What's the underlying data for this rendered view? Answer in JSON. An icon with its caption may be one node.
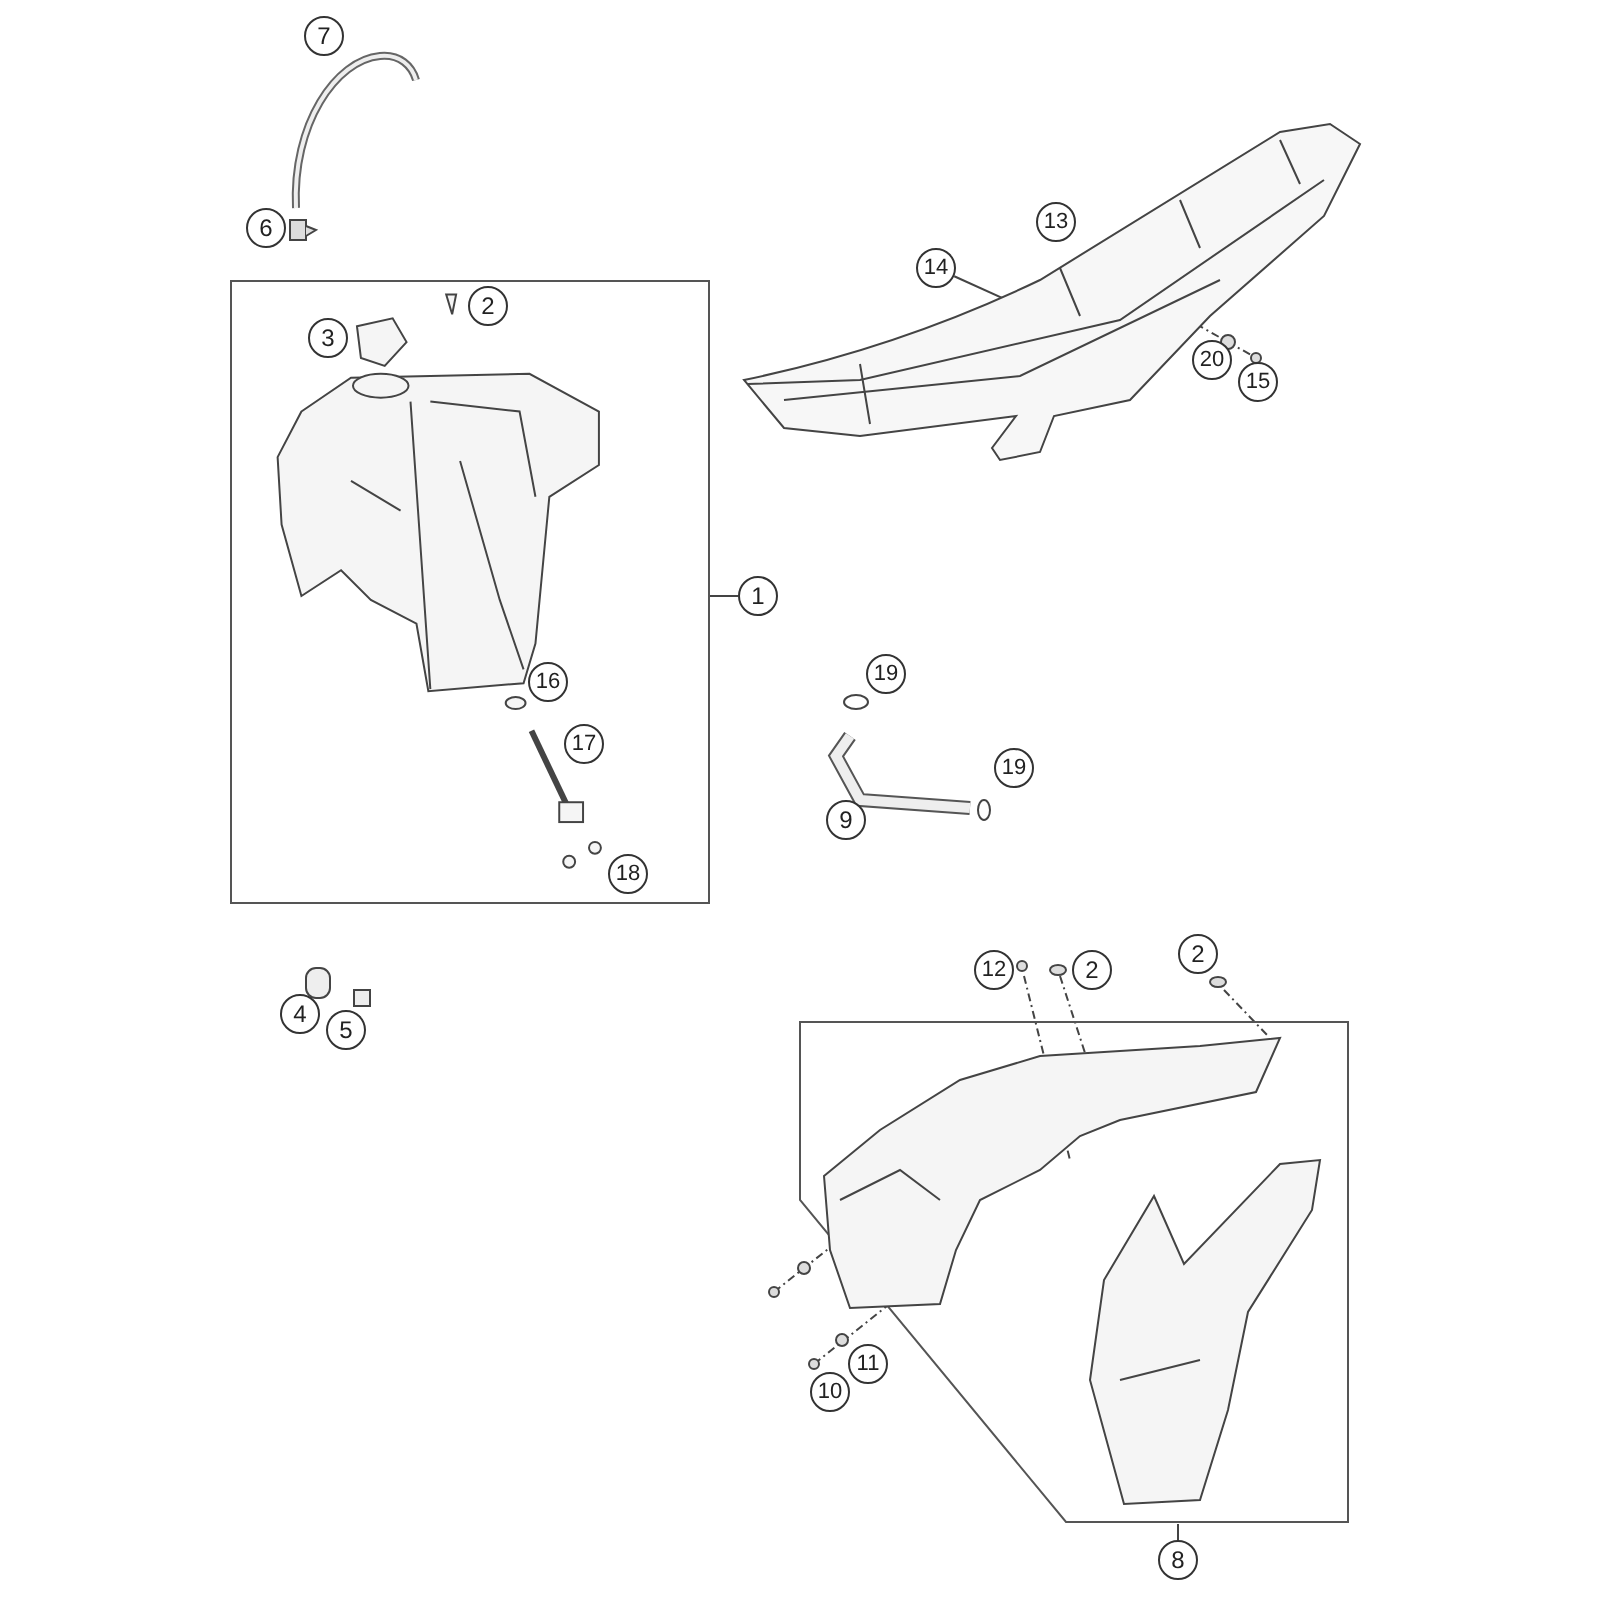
{
  "diagram": {
    "nodes": [
      {
        "text": [
          "7"
        ]
      },
      {
        "text": [],
        "shape": "picture"
      },
      {
        "text": [
          "13"
        ]
      },
      {
        "text": [
          "6"
        ]
      },
      {
        "text": [
          "14"
        ]
      },
      {
        "text": [],
        "shape": "box"
      },
      {
        "text": [
          "2"
        ],
        "in": 5
      },
      {
        "text": [
          "3"
        ],
        "in": 5
      },
      {
        "text": [
          "20"
        ]
      },
      {
        "text": [
          "15"
        ]
      },
      {
        "text": [
          "1"
        ]
      },
      {
        "text": [
          "16"
        ],
        "in": 5
      },
      {
        "text": [
          "19"
        ]
      },
      {
        "text": [
          "17"
        ],
        "in": 5
      },
      {
        "text": [
          "19"
        ]
      },
      {
        "text": [
          "9"
        ]
      },
      {
        "text": [
          "18"
        ],
        "in": 5
      },
      {
        "text": [
          "12"
        ]
      },
      {
        "text": [
          "2"
        ]
      },
      {
        "text": [
          "2"
        ]
      },
      {
        "text": [
          "4"
        ]
      },
      {
        "text": [
          "5"
        ]
      },
      {
        "text": [],
        "shape": "box"
      },
      {
        "text": [
          "11"
        ]
      },
      {
        "text": [
          "10"
        ]
      },
      {
        "text": [
          "8"
        ]
      }
    ],
    "edges": [
      {
        "from": 4,
        "to": 1,
        "arrow": "none"
      },
      {
        "from": 10,
        "to": 5,
        "arrow": "none"
      },
      {
        "from": 25,
        "to": 22,
        "arrow": "none"
      }
    ]
  }
}
